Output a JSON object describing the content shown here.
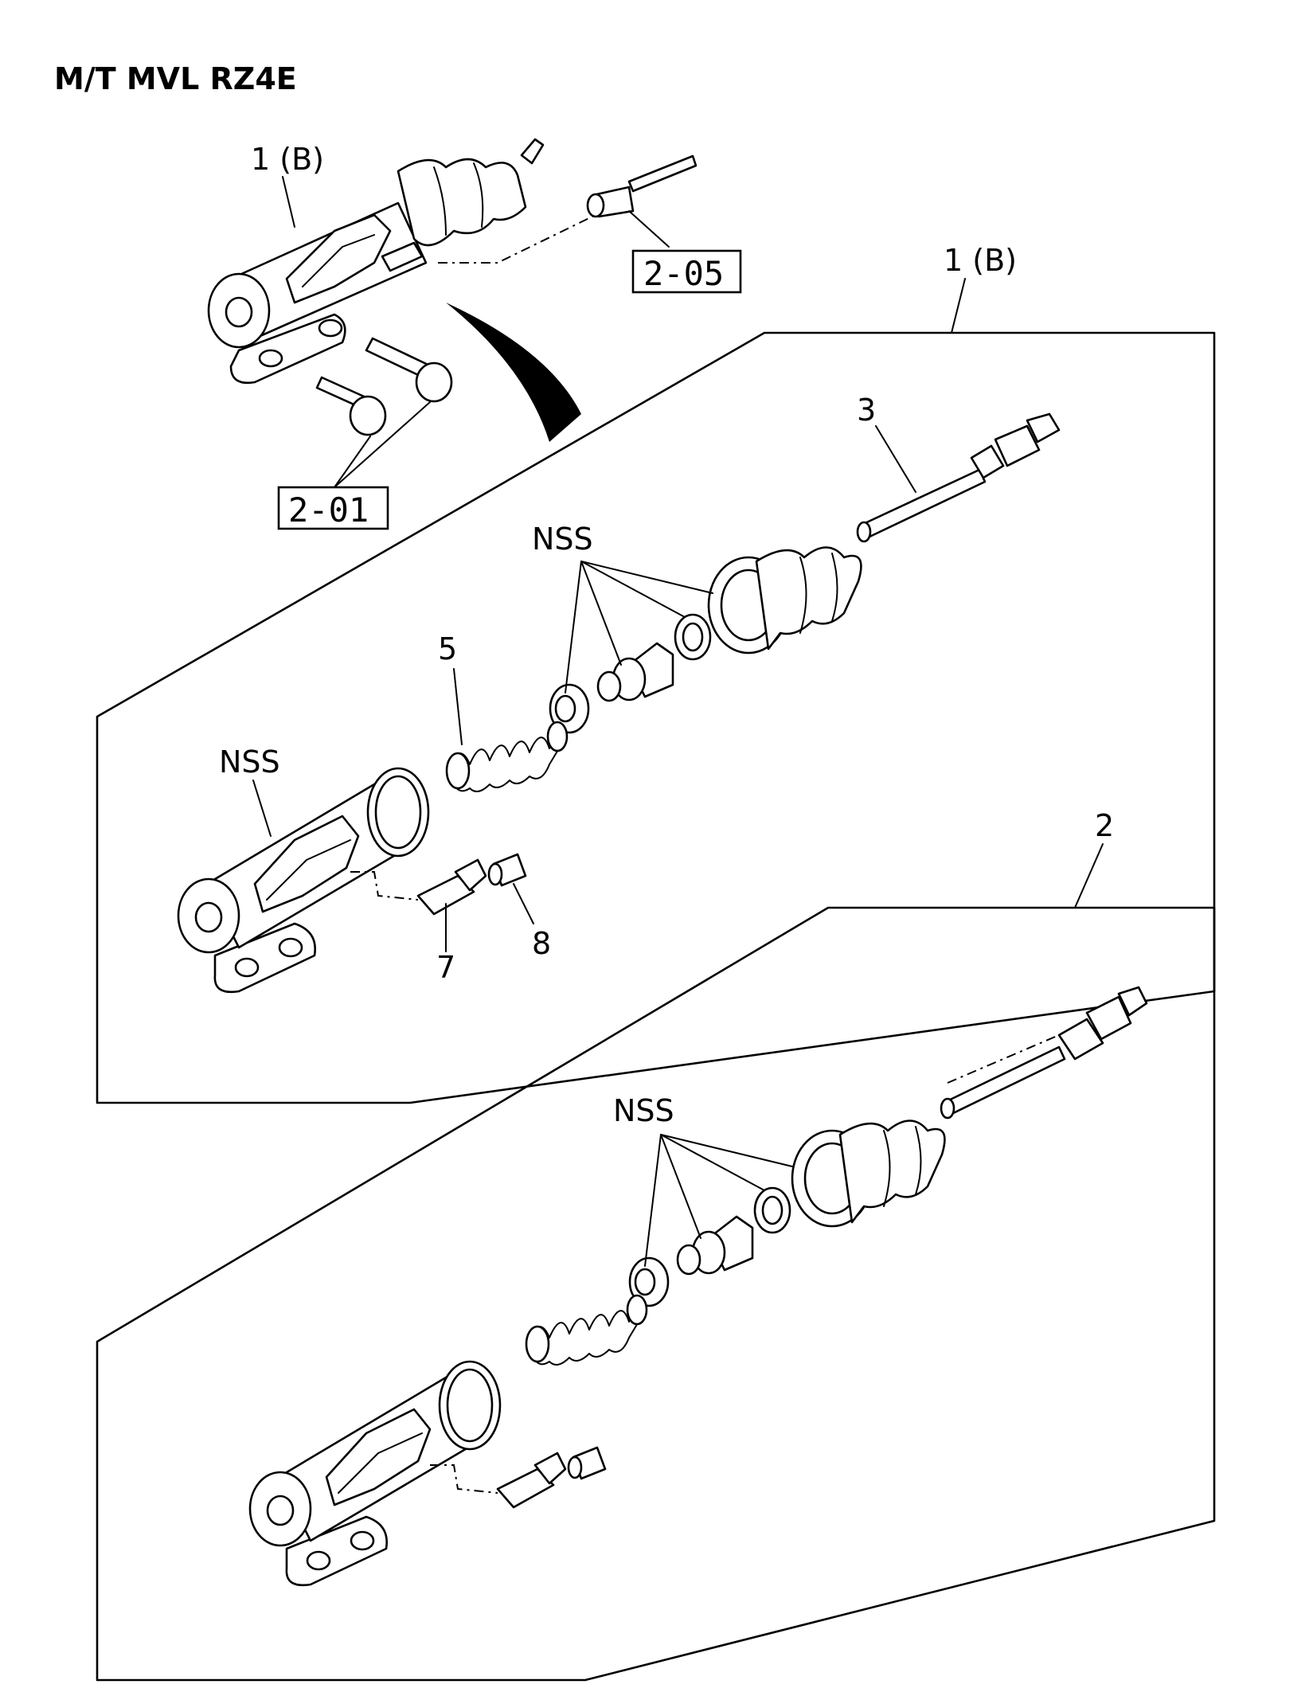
{
  "title": "M/T MVL RZ4E",
  "labels": {
    "top_assembly": "1 (B)",
    "panel1_assembly": "1 (B)",
    "pushrod": "3",
    "spring": "5",
    "bleeder": "7",
    "cap": "8",
    "nss_panel1_seals": "NSS",
    "nss_panel1_body": "NSS",
    "panel2_assembly": "2",
    "nss_panel2_seals": "NSS"
  },
  "references": {
    "pipe": "2-05",
    "bolts": "2-01"
  }
}
